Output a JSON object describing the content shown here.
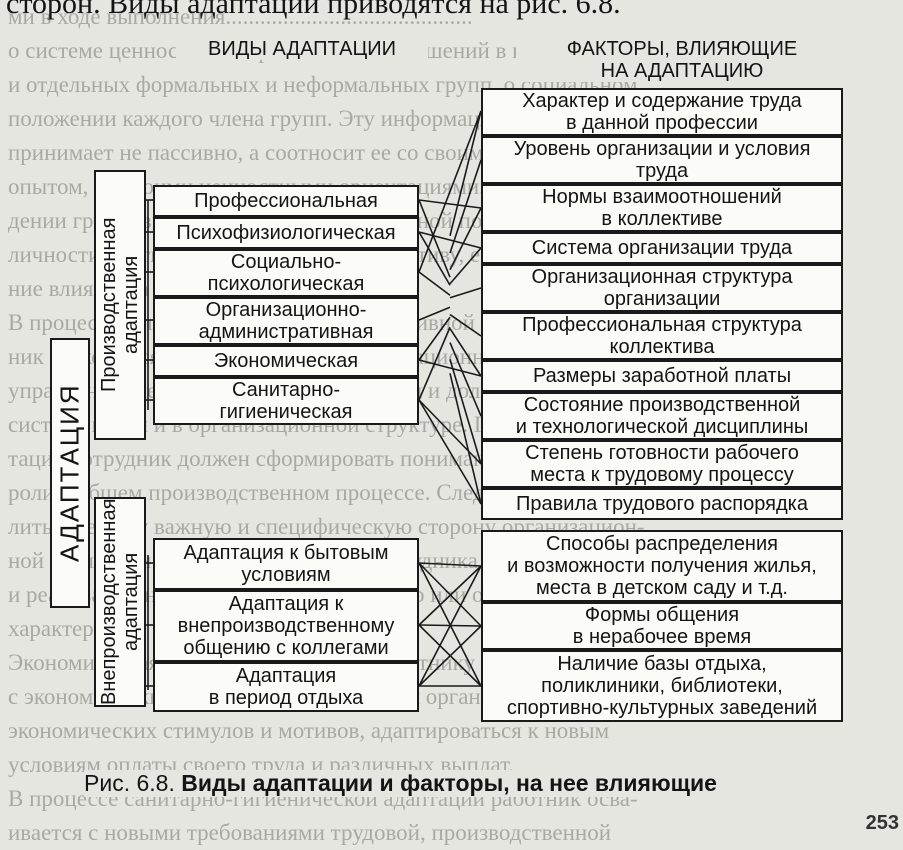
{
  "top_text": "сторон. Виды адаптации приводятся на рис. 6.8.",
  "headers": {
    "left": "ВИДЫ АДАПТАЦИИ",
    "right": "ФАКТОРЫ, ВЛИЯЮЩИЕ\nНА АДАПТАЦИЮ"
  },
  "main_label": "АДАПТАЦИЯ",
  "groups": {
    "production": "Производственная\nадаптация",
    "non_production": "Внепроизводственная\nадаптация"
  },
  "production_types": [
    "Профессиональная",
    "Психофизиологическая",
    "Социально-\nпсихологическая",
    "Организационно-\nадминистративная",
    "Экономическая",
    "Санитарно-\nгигиеническая"
  ],
  "non_production_types": [
    "Адаптация к бытовым\nусловиям",
    "Адаптация к\nвнепроизводственному\nобщению с коллегами",
    "Адаптация\nв период отдыха"
  ],
  "production_factors": [
    "Характер и содержание труда\nв данной профессии",
    "Уровень организации и условия\nтруда",
    "Нормы взаимоотношений\nв коллективе",
    "Система организации труда",
    "Организационная структура\nорганизации",
    "Профессиональная структура\nколлектива",
    "Размеры заработной платы",
    "Состояние производственной\nи технологической дисциплины",
    "Степень готовности рабочего\nместа к трудовому процессу",
    "Правила трудового распорядка"
  ],
  "non_production_factors": [
    "Способы распределения\nи возможности получения жилья,\nместа в детском саду и т.д.",
    "Формы общения\nв нерабочее время",
    "Наличие базы отдыха,\nполиклиники, библиотеки,\nспортивно-культурных заведений"
  ],
  "caption": {
    "prefix": "Рис. 6.8. ",
    "title": "Виды адаптации и факторы, на нее влияющие"
  },
  "page_number": "253",
  "background_text": [
    "ми в ходе выполнения...........................................",
    "о системе ценностей и нормах взаимоотношений в коллективе",
    "и отдельных формальных и неформальных групп, о социальном",
    "положении каждого члена групп. Эту информацию он вос-",
    "принимает не пассивно, а соотносит ее со своим прошлым социальным",
    "опытом, со своими ценностными ориентациями. При несовпа-",
    "дении групповых норм и ценностей с личной позицией...",
    "личности достигается адаптация к коллективу, ее объем и содержа-",
    "ние влияют на успешность процесса.",
    "В процессе организационно-административной адаптации работ-",
    "ник знакомится с особенностями организационного механизма",
    "управления, местом своего подразделения и должности в общей",
    "системе целей и в организационной структуре. При этой адап-",
    "тации сотрудник должен сформировать понимание собственной",
    "роли в общем производственном процессе. Следует выде-",
    "лить еще одну важную и специфическую сторону организацион-",
    "ной адаптации — подготовленность сотрудника к восприятию",
    "и реализации нововведений (технического или организационного",
    "характера).",
    "Экономическая адаптация позволяет работнику ознакомиться",
    "с экономическим механизмом управления организацией, системой",
    "экономических стимулов и мотивов, адаптироваться к новым",
    "условиям оплаты своего труда и различных выплат.",
    "В процессе санитарно-гигиенической адаптации работник осва-",
    "ивается с новыми требованиями трудовой, производственной"
  ]
}
